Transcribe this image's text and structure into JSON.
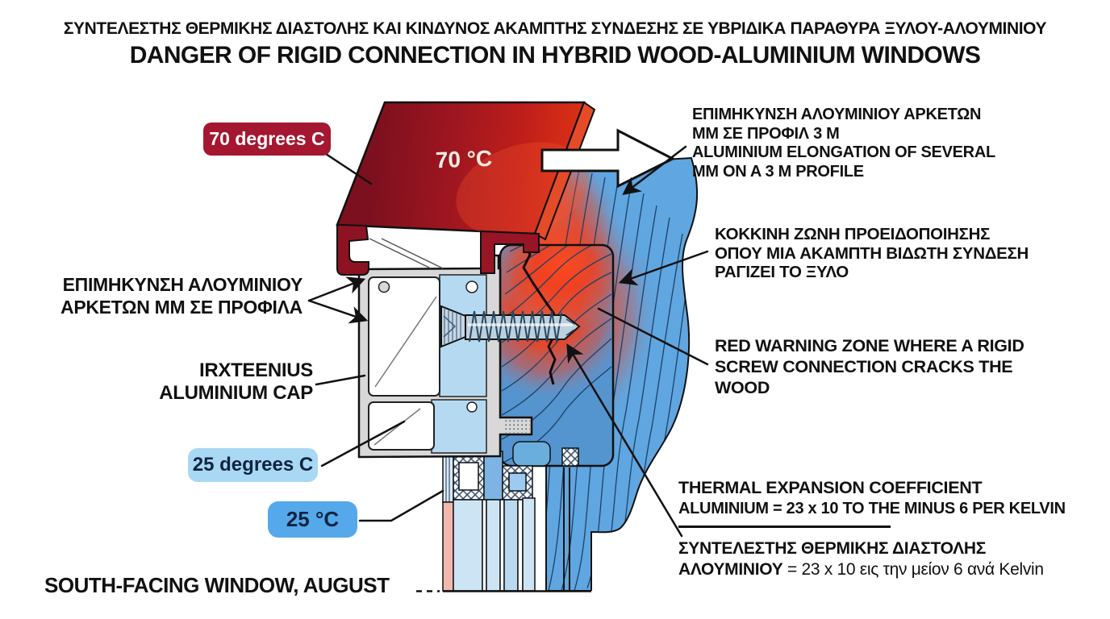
{
  "title": {
    "greek": "ΣΥΝΤΕΛΕΣΤΗΣ ΘΕΡΜΙΚΗΣ ΔΙΑΣΤΟΛΗΣ ΚΑΙ ΚΙΝΔΥΝΟΣ ΑΚΑΜΠΤΗΣ ΣΥΝΔΕΣΗΣ ΣΕ ΥΒΡΙΔΙΚΑ ΠΑΡΑΘΥΡΑ ΞΥΛΟΥ-ΑΛΟΥΜΙΝΙΟΥ",
    "english": "DANGER OF RIGID CONNECTION IN HYBRID WOOD-ALUMINIUM WINDOWS"
  },
  "badges": {
    "hot_badge": "70 degrees C",
    "hot_surface": "70 °C",
    "cool_badge": "25 degrees C",
    "cool_surface": "25 °C"
  },
  "labels": {
    "left_elongation": [
      "ΕΠΙΜΗΚΥΝΣΗ ΑΛΟΥΜΙΝΙΟΥ",
      "ΑΡΚΕΤΩΝ ΜΜ ΣΕ ΠΡΟΦΙΛΑ"
    ],
    "cap": [
      "IRXTEENIUS",
      "ALUMINIUM CAP"
    ],
    "right_elongation": [
      "ΕΠΙΜΗΚΥΝΣΗ ΑΛΟΥΜΙΝΙΟΥ ΑΡΚΕΤΩΝ",
      "ΜΜ ΣΕ ΠΡΟΦΙΛ 3 Μ",
      "ALUMINIUM ELONGATION OF SEVERAL",
      "MM ON A 3 M PROFILE"
    ],
    "warning_greek": [
      "ΚΟΚΚΙΝΗ ΖΩΝΗ ΠΡΟΕΙΔΟΠΟΙΗΣΗΣ",
      "ΟΠΟΥ ΜΙΑ ΑΚΑΜΠΤΗ ΒΙΔΩΤΗ ΣΥΝΔΕΣΗ",
      "ΡΑΓΙΖΕΙ ΤΟ ΞΥΛΟ"
    ],
    "warning_english": [
      "RED WARNING ZONE WHERE A RIGID",
      "SCREW CONNECTION CRACKS THE",
      "WOOD"
    ],
    "coefficient_english": [
      "THERMAL EXPANSION COEFFICIENT",
      "ALUMINIUM = 23 x 10 TO THE MINUS 6 PER KELVIN"
    ],
    "coefficient_greek": {
      "title": "ΣΥΝΤΕΛΕΣΤΗΣ ΘΕΡΜΙΚΗΣ ΔΙΑΣΤΟΛΗΣ",
      "bold": "ΑΛΟΥΜΙΝΙΟΥ",
      "rest": " = 23 x 10 εις την μείον 6 ανά Kelvin"
    },
    "footer": "SOUTH-FACING WINDOW, AUGUST"
  },
  "colors": {
    "badge_red": "#a51730",
    "badge_light_blue": "#a8d8f4",
    "badge_blue": "#55a8ea",
    "badge_text_navy": "#0e2440",
    "text_black": "#111111",
    "cap_red": "#c0251c",
    "cap_dark_red": "#8e1322",
    "glow_red": "#f13d1b",
    "wood_blue": "#5ca2dd",
    "aluminium_grey": "#d8d8d8",
    "glass_pink": "#f2b8b0"
  }
}
